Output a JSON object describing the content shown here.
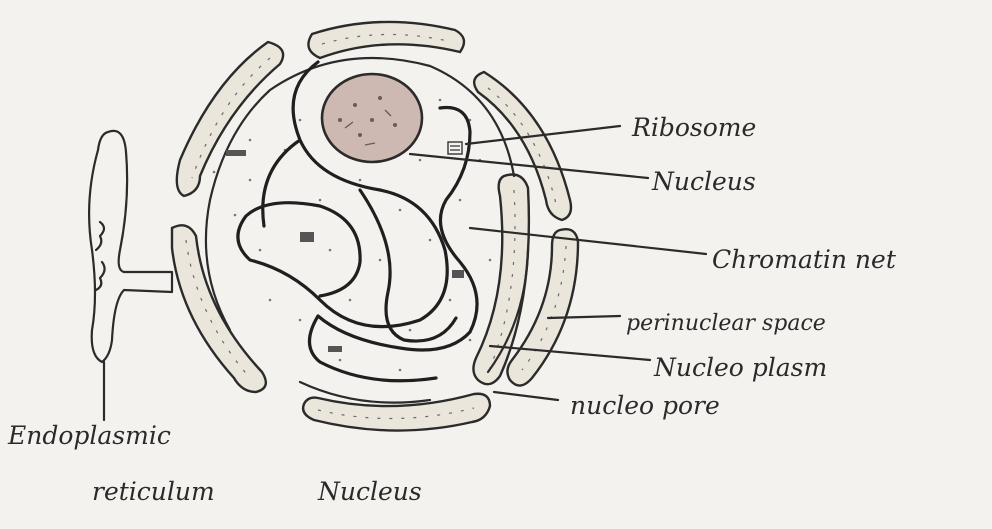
{
  "labels": {
    "ribosome": "Ribosome",
    "nucleolus": "Nucleus",
    "chromatin_net": "Chromatin net",
    "perinuclear_space": "perinuclear space",
    "nucleoplasm": "Nucleo plasm",
    "nuclear_pore": "nucleo pore",
    "er_line1": "Endoplasmic",
    "er_line2": "reticulum",
    "caption": "Nucleus"
  },
  "colors": {
    "ink": "#1f1f1f",
    "paper": "#f4f2ee",
    "nucleolus_fill": "#cdb8b2"
  }
}
